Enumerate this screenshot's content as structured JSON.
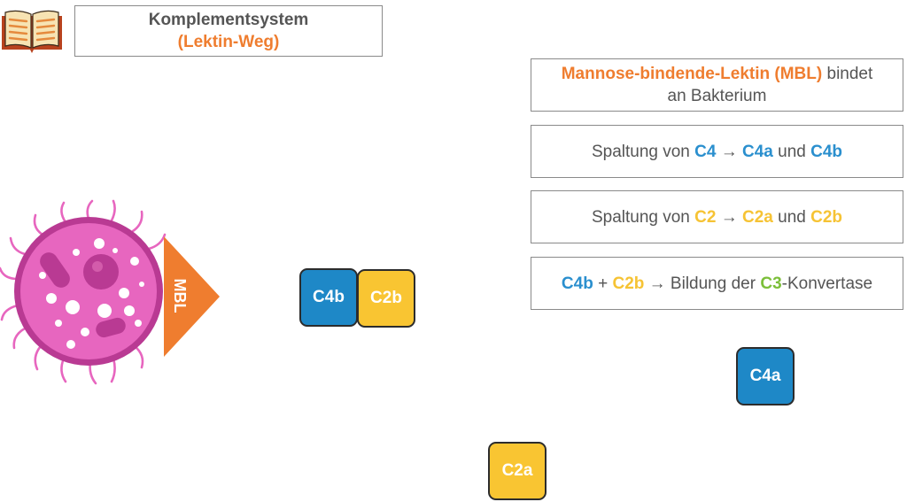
{
  "header": {
    "title_line1": "Komplementsystem",
    "title_line2": "(Lektin-Weg)",
    "book_icon": "book-icon"
  },
  "steps": [
    {
      "mbl": "Mannose-bindende-Lektin (MBL)",
      "rest1": " bindet",
      "rest2": "an Bakterium"
    },
    {
      "pre": "Spaltung von ",
      "a": "C4",
      "arrow": " → ",
      "b": "C4a",
      "und": " und ",
      "c": "C4b"
    },
    {
      "pre": "Spaltung von ",
      "a": "C2",
      "arrow": " → ",
      "b": "C2a",
      "und": " und ",
      "c": "C2b"
    },
    {
      "a": "C4b",
      "plus": " + ",
      "b": "C2b",
      "arrow": " → Bildung der ",
      "c": "C3",
      "post": "-Konvertase"
    }
  ],
  "diagram": {
    "mbl_label": "MBL",
    "tiles": {
      "c4b": "C4b",
      "c2b": "C2b",
      "c4a": "C4a",
      "c2a": "C2a"
    }
  },
  "colors": {
    "orange": "#ef7d2f",
    "blue": "#1e88c7",
    "yellow": "#f9c532",
    "green": "#7cbf3a",
    "bacterium": "#e766bf",
    "text": "#555555"
  }
}
